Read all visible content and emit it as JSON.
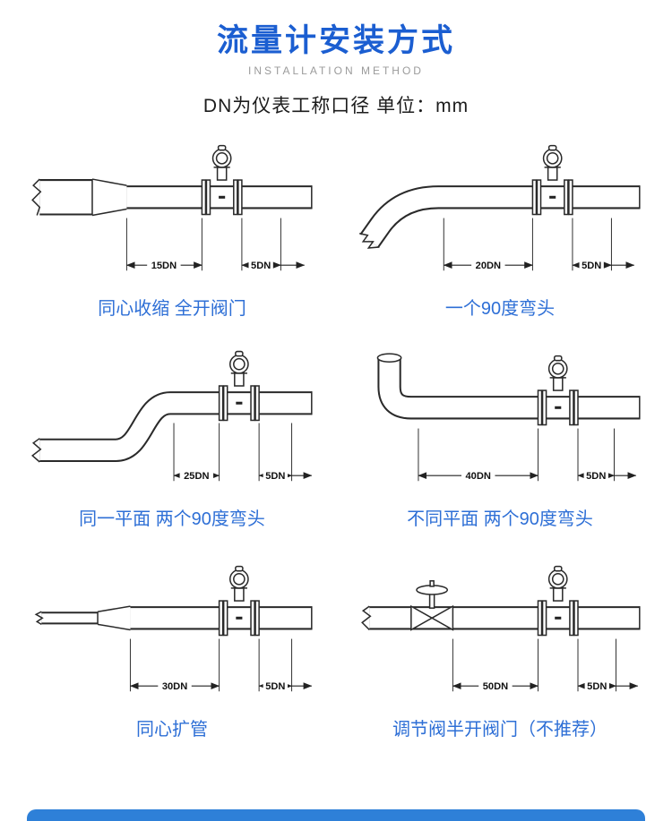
{
  "page": {
    "title": "流量计安装方式",
    "subtitle": "INSTALLATION METHOD",
    "note": "DN为仪表工称口径 单位：mm"
  },
  "diagrams": [
    {
      "id": "concentric-reducer-full-open-valve",
      "caption": "同心收缩 全开阀门",
      "dim_upstream": "15DN",
      "dim_downstream": "5DN"
    },
    {
      "id": "one-90-degree-elbow",
      "caption": "一个90度弯头",
      "dim_upstream": "20DN",
      "dim_downstream": "5DN"
    },
    {
      "id": "two-90-elbows-same-plane",
      "caption": "同一平面 两个90度弯头",
      "dim_upstream": "25DN",
      "dim_downstream": "5DN"
    },
    {
      "id": "two-90-elbows-different-plane",
      "caption": "不同平面 两个90度弯头",
      "dim_upstream": "40DN",
      "dim_downstream": "5DN"
    },
    {
      "id": "concentric-expander",
      "caption": "同心扩管",
      "dim_upstream": "30DN",
      "dim_downstream": "5DN"
    },
    {
      "id": "regulating-valve-half-open",
      "caption": "调节阀半开阀门（不推荐）",
      "dim_upstream": "50DN",
      "dim_downstream": "5DN"
    }
  ],
  "colors": {
    "title_blue": "#1b5ed1",
    "caption_blue": "#2e6fd6",
    "footer_bar_blue": "#2e80d8",
    "line_dark": "#2a2a2a"
  }
}
